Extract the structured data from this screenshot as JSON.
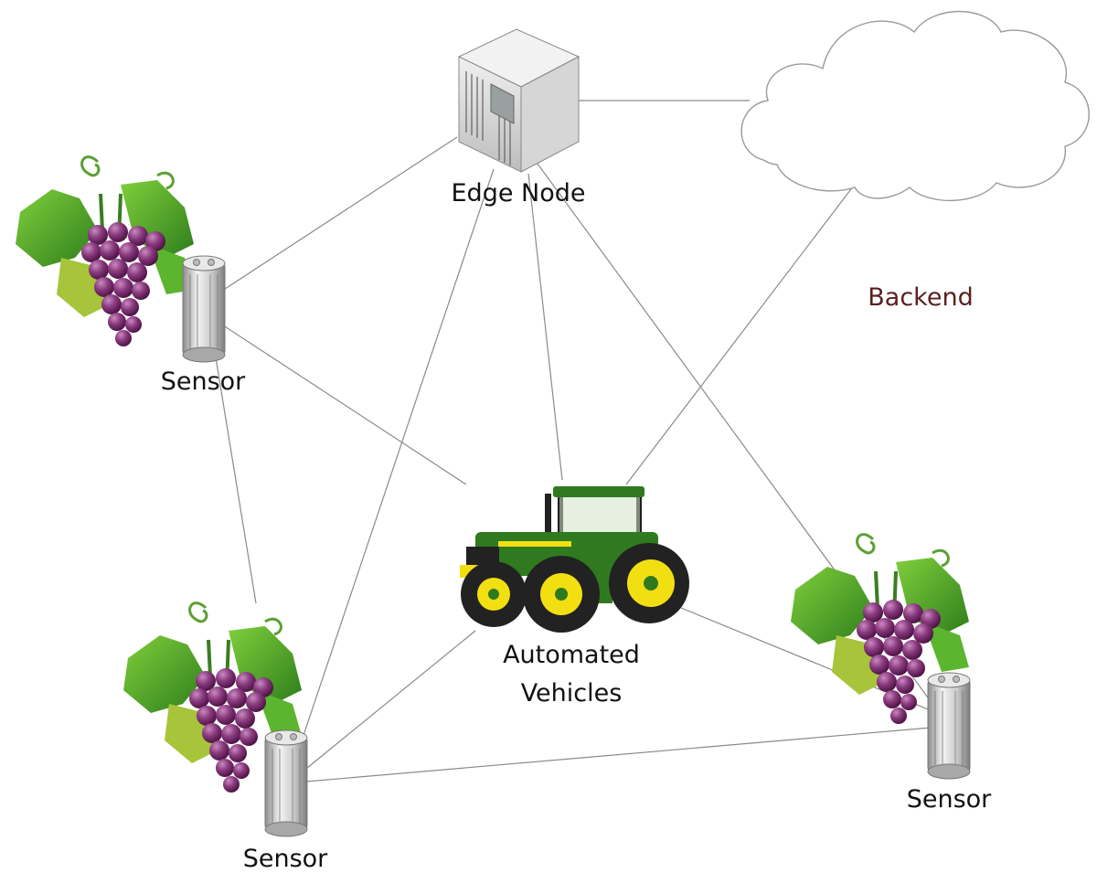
{
  "labels": {
    "edge_node": "Edge Node",
    "backend": "Backend",
    "sensor_top_left": "Sensor",
    "sensor_bottom_left": "Sensor",
    "sensor_right": "Sensor",
    "vehicles_line1": "Automated",
    "vehicles_line2": "Vehicles"
  },
  "colors": {
    "link": "#8a8a8a",
    "cloud_stroke": "#9a9a9a",
    "backend_text": "#5a2020",
    "tractor_green": "#2f7a1e",
    "tractor_yellow": "#f2df12",
    "grape": "#7b2e6e",
    "leaf": "#4fa52a"
  },
  "icons": [
    "server-icon",
    "cloud-icon",
    "tractor-icon",
    "sensor-icon",
    "grapevine-icon"
  ]
}
